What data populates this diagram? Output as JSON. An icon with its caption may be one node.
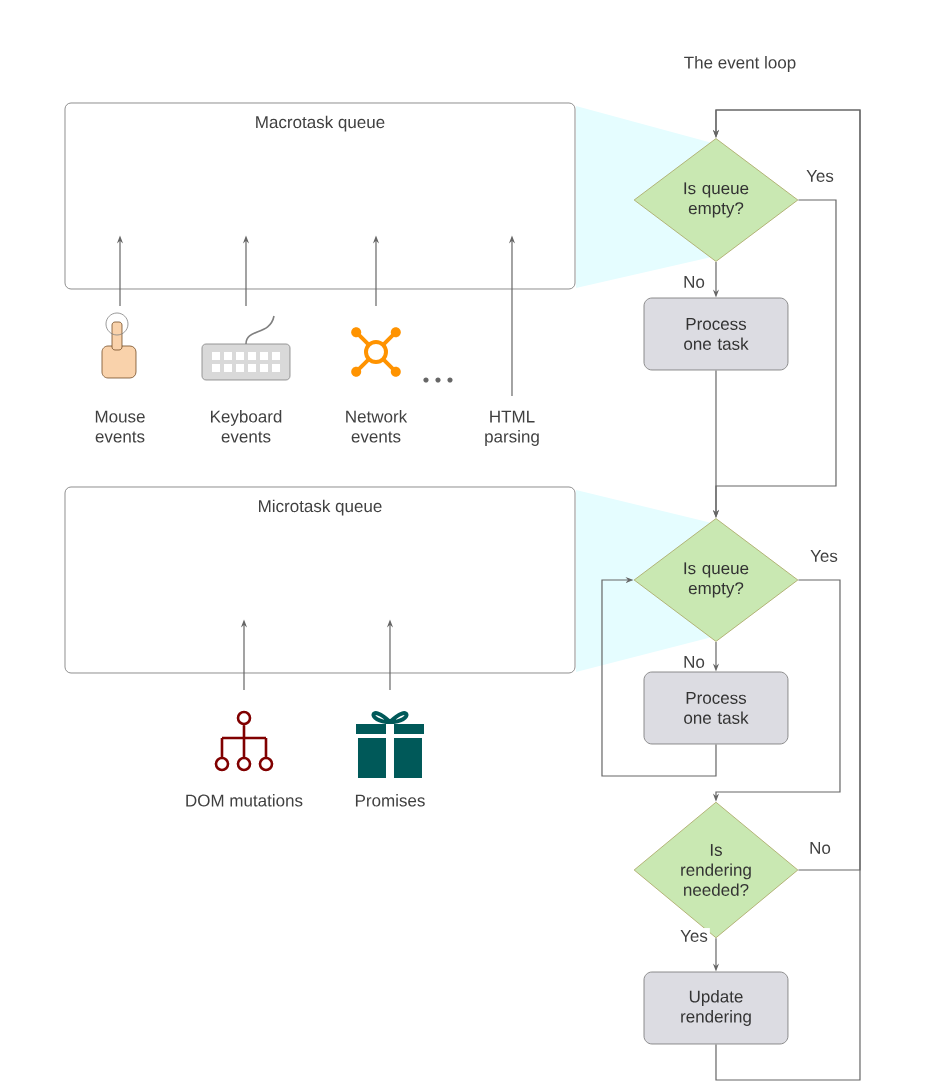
{
  "diagram": {
    "title": "The event loop",
    "nodes": [
      {
        "text": [
          "Macrotask queue"
        ]
      },
      {
        "text": [
          "Mouse events"
        ]
      },
      {
        "text": [
          "Keyboard events"
        ]
      },
      {
        "text": [
          "Network events"
        ]
      },
      {
        "text": [
          "HTML parsing"
        ]
      },
      {
        "text": [
          "Is queue empty?"
        ]
      },
      {
        "text": [
          "Process one task"
        ]
      },
      {
        "text": [
          "Microtask queue"
        ]
      },
      {
        "text": [
          "DOM mutations"
        ]
      },
      {
        "text": [
          "Promises"
        ]
      },
      {
        "text": [
          "Is queue empty?"
        ]
      },
      {
        "text": [
          "Process one task"
        ]
      },
      {
        "text": [
          "Is rendering needed?"
        ]
      },
      {
        "text": [
          "Update rendering"
        ]
      }
    ],
    "edges": [
      {
        "from": 1,
        "to": 0,
        "arrow": "to"
      },
      {
        "from": 2,
        "to": 0,
        "arrow": "to"
      },
      {
        "from": 3,
        "to": 0,
        "arrow": "to"
      },
      {
        "from": 4,
        "to": 0,
        "arrow": "to"
      },
      {
        "from": 5,
        "to": 6,
        "arrow": "to",
        "label": "No"
      },
      {
        "from": 5,
        "to": 10,
        "arrow": "to",
        "label": "Yes"
      },
      {
        "from": 6,
        "to": 10,
        "arrow": "to"
      },
      {
        "from": 8,
        "to": 7,
        "arrow": "to"
      },
      {
        "from": 9,
        "to": 7,
        "arrow": "to"
      },
      {
        "from": 10,
        "to": 11,
        "arrow": "to",
        "label": "No"
      },
      {
        "from": 11,
        "to": 10,
        "arrow": "to"
      },
      {
        "from": 10,
        "to": 12,
        "arrow": "to",
        "label": "Yes"
      },
      {
        "from": 12,
        "to": 13,
        "arrow": "to",
        "label": "Yes"
      },
      {
        "from": 12,
        "to": 5,
        "arrow": "to",
        "label": "No"
      },
      {
        "from": 13,
        "to": 5,
        "arrow": "to"
      }
    ]
  }
}
